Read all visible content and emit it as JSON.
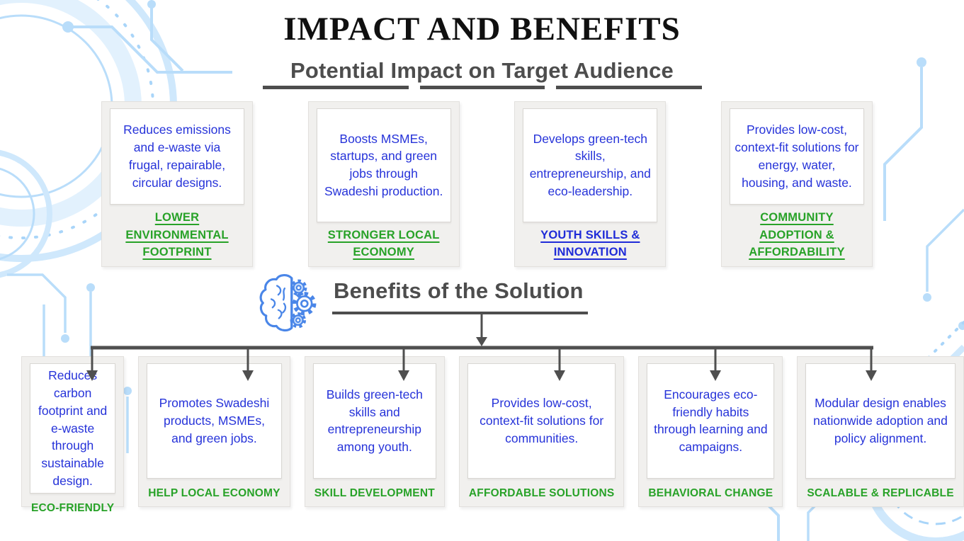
{
  "header": {
    "title": "IMPACT AND BENEFITS",
    "subtitle": "Potential Impact on Target Audience"
  },
  "impact_section": {
    "cards": [
      {
        "text": "Reduces emissions and e-waste via frugal, repairable, circular designs.",
        "label": "LOWER ENVIRONMENTAL FOOTPRINT",
        "label_color": "#28a228"
      },
      {
        "text": "Boosts MSMEs, startups, and green jobs through Swadeshi production.",
        "label": "STRONGER LOCAL ECONOMY",
        "label_color": "#28a228"
      },
      {
        "text": "Develops green-tech skills, entrepreneurship, and eco-leadership.",
        "label": "YOUTH SKILLS & INNOVATION",
        "label_color": "#1f2bd8"
      },
      {
        "text": "Provides low-cost, context-fit solutions for energy, water, housing, and waste.",
        "label": "COMMUNITY ADOPTION & AFFORDABILITY",
        "label_color": "#28a228"
      }
    ]
  },
  "benefits_section": {
    "heading": "Benefits of the Solution",
    "cards": [
      {
        "text": "Reduces carbon footprint and e-waste through sustainable design.",
        "label": "ECO-FRIENDLY",
        "label_color": "#28a228"
      },
      {
        "text": "Promotes Swadeshi products, MSMEs, and green jobs.",
        "label": "HELP LOCAL ECONOMY",
        "label_color": "#28a228"
      },
      {
        "text": "Builds green-tech skills and entrepreneurship among youth.",
        "label": "SKILL DEVELOPMENT",
        "label_color": "#28a228"
      },
      {
        "text": "Provides low-cost, context-fit solutions for communities.",
        "label": "AFFORDABLE SOLUTIONS",
        "label_color": "#28a228"
      },
      {
        "text": "Encourages eco-friendly habits through learning and campaigns.",
        "label": "BEHAVIORAL CHANGE",
        "label_color": "#28a228"
      },
      {
        "text": "Modular design enables nationwide adoption and policy alignment.",
        "label": "SCALABLE & REPLICABLE",
        "label_color": "#28a228"
      }
    ]
  },
  "icons": {
    "brain_gears": "brain-gears-icon"
  },
  "colors": {
    "body_blue": "#2633d9",
    "label_green": "#28a228",
    "label_blue": "#1f2bd8",
    "heading_gray": "#4d4d4d",
    "connector_gray": "#4f4f4f",
    "deco_blue_light": "#cfe8fc",
    "deco_blue": "#b9ddfa",
    "icon_blue": "#4a86e8",
    "card_frame": "#f1f0ee"
  }
}
